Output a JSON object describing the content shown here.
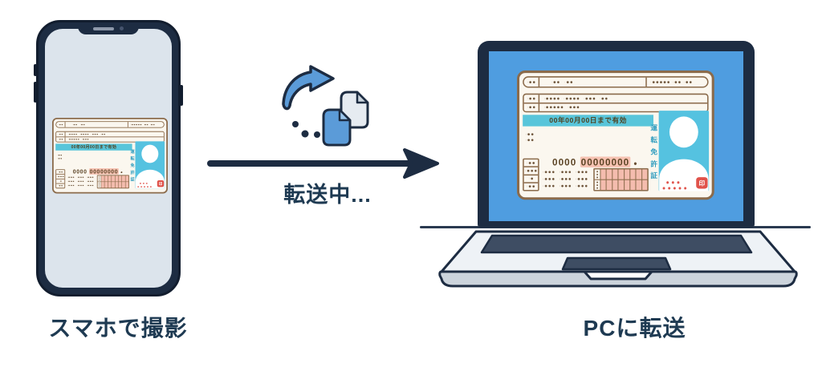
{
  "labels": {
    "phone_caption": "スマホで撮影",
    "pc_caption": "PCに転送",
    "transfer_status": "転送中..."
  },
  "license_card": {
    "valid_until": "00年00月00日まで有効",
    "number_prefix": "0000",
    "number_highlighted": "00000000",
    "title_vertical": "運転免許証",
    "stamp": "印"
  },
  "icons": {
    "transfer": "curved-arrow-with-two-files",
    "flow": "right-arrow",
    "phone": "smartphone-with-notch",
    "pc": "laptop"
  },
  "colors": {
    "navy": "#1d2c42",
    "text_navy": "#1e3a52",
    "accent_blue": "#5b9bd8",
    "laptop_screen_blue": "#4f9de0",
    "phone_screen_gray": "#dce4ec",
    "card_cream": "#fbf7ef",
    "card_brown": "#8b6b4b",
    "band_teal": "#58c5da",
    "photo_cyan": "#55c2e0",
    "stamp_red": "#e0524a",
    "cell_pink": "#f4bcae"
  }
}
